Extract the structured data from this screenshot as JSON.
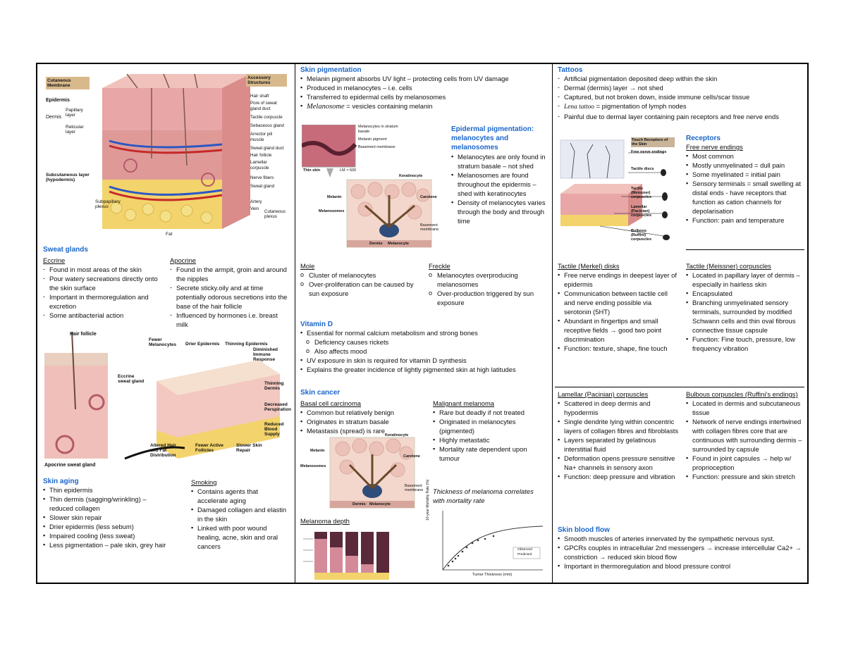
{
  "col1": {
    "skin_figure": {
      "cutaneous_membrane": "Cutaneous Membrane",
      "epidermis": "Epidermis",
      "dermis": "Dermis",
      "papillary": "Papillary layer",
      "reticular": "Reticular layer",
      "subcutaneous": "Subcutaneous layer (hypodermis)",
      "subpapillary": "Subpapillary plexus",
      "fat": "Fat",
      "accessory": "Accessory Structures",
      "labels": [
        "Hair shaft",
        "Pore of sweat gland duct",
        "Tactile corpuscle",
        "Sebaceous gland",
        "Arrector pili muscle",
        "Sweat gland duct",
        "Hair follicle",
        "Lamellar corpuscle",
        "Nerve fibers",
        "Sweat gland",
        "Artery",
        "Vein",
        "Cutaneous plexus"
      ]
    },
    "sweat_glands": {
      "title": "Sweat glands",
      "eccrine": {
        "title": "Eccrine",
        "items": [
          "Found in most areas of the skin",
          "Pour watery secreations directly onto the skin surface",
          "Important in thermoregulation and excretion",
          "Some antibacterial action"
        ]
      },
      "apocrine": {
        "title": "Apocrine",
        "items": [
          "Found in the armpit, groin and around the nipples",
          "Secrete sticky.oily and at time potentially odorous secretions into the base of the hair follicle",
          "Influenced by hormones i.e. breast milk"
        ]
      }
    },
    "aging_figure": {
      "hair_follicle": "Hair follicle",
      "eccrine_gland": "Eccrine sweat gland",
      "apocrine_gland": "Apocrine sweat gland",
      "labels_top": [
        "Fewer Melanocytes",
        "Drier Epidermis",
        "Thinning Epidermis",
        "Diminished Immune Response"
      ],
      "labels_right": [
        "Thinning Dermis",
        "Decreased Perspiration",
        "Reduced Blood Supply"
      ],
      "labels_bottom": [
        "Altered Hair and Fat Distribution",
        "Fewer Active Follicles",
        "Slower Skin Repair"
      ]
    },
    "skin_aging": {
      "title": "Skin aging",
      "items": [
        "Thin epidermis",
        "Thin dermis (sagging/wrinkling) – reduced collagen",
        "Slower skin repair",
        "Drier epidermis (less sebum)",
        "Impaired cooling (less sweat)",
        "Less pigmentation – pale skin, grey hair"
      ]
    },
    "smoking": {
      "title": "Smoking",
      "items": [
        "Contains agents that accelerate aging",
        "Damaged collagen and elastin in the skin",
        "Linked with poor wound healing, acne, skin and oral cancers"
      ]
    }
  },
  "col2": {
    "pigmentation": {
      "title": "Skin pigmentation",
      "items": [
        "Melanin pigment absorbs UV light – protecting cells from UV damage",
        "Produced in melanocytes – i.e. cells",
        "Transferred to epidermal cells by melanosomes"
      ],
      "last_em": "Melanosome",
      "last_rest": " = vesicles containing melanin"
    },
    "melanocyte_figure": {
      "labels": [
        "Melanocytes in stratum basale",
        "Melanin pigment",
        "Basement membrane",
        "Thin skin",
        "LM × 600",
        "Keratinocyte",
        "Melanin",
        "Melanosomes",
        "Carotene",
        "Basement membrane",
        "Dermis",
        "Melanocyte"
      ]
    },
    "epidermal": {
      "title": "Epidermal pigmentation: melanocytes and melanosomes",
      "items": [
        "Melanocytes are only found in stratum basale – not shed",
        "Melanosomes are found throughout the epidermis – shed with keratinocytes",
        "Density of melanocytes varies through the body and through time"
      ]
    },
    "mole": {
      "title": "Mole",
      "items": [
        "Cluster of melanocytes",
        "Over-proliferation can be caused by sun exposure"
      ]
    },
    "freckle": {
      "title": "Freckle",
      "items": [
        "Melanocytes overproducing melanosomes",
        "Over-production triggered by sun exposure"
      ]
    },
    "vitamin_d": {
      "title": "Vitamin D",
      "item1": "Essential for normal calcium metabolism and strong bones",
      "sub": [
        "Deficiency causes rickets",
        "Also affects mood"
      ],
      "items2": [
        "UV exposure in skin is required for vitamin D synthesis",
        "Explains the greater incidence of lightly pigmented skin at high latitudes"
      ]
    },
    "cancer": {
      "title": "Skin cancer",
      "basal": {
        "title": "Basal cell carcinoma",
        "items": [
          "Common but relatively benign",
          "Originates in stratum basale",
          "Metastasis (spread) is rare"
        ]
      },
      "malignant": {
        "title": "Malignant melanoma",
        "items": [
          "Rare but deadly if not treated",
          "Originated in melanocytes (pigmented)",
          "Highly metastatic",
          "Mortality rate dependent upon tumour"
        ]
      }
    },
    "thickness_note": "Thickness of melanoma correlates with mortality rate",
    "melanoma_depth": "Melanoma depth",
    "melanoma_fig_labels": [
      "Melanin",
      "Melanosomes",
      "Keratinocyte",
      "Carotene",
      "Basement membrane",
      "Dermis",
      "Melanocyte"
    ],
    "graph": {
      "ylabel": "10-year Mortality Rate (%)",
      "xlabel": "Tumor Thickness (mm)",
      "legend": [
        "Observed",
        "Predicted"
      ]
    }
  },
  "col3": {
    "tattoos": {
      "title": "Tattoos",
      "items": [
        "Artificial pigmentation deposited deep within the skin",
        "Dermal (dermis) layer → not shed",
        "Captured, but not broken down, inside immune cells/scar tissue"
      ],
      "lena_em": "Lena tattoo",
      "lena_rest": " = pigmentation of lymph nodes",
      "last": "Painful due to dermal layer containing pain receptors and free nerve ends"
    },
    "receptor_figure": {
      "title": "Touch Receptors of the Skin",
      "labels": [
        "Free nerve endings",
        "Tactile discs",
        "Tactile (Meissner) corpuscles",
        "Lamellar (Pacinian) corpuscles",
        "Bulbous (Ruffini) corpuscles"
      ]
    },
    "receptors": {
      "title": "Receptors",
      "sub": "Free nerve endings",
      "items": [
        "Most common",
        "Mostly unmyelinated = dull pain",
        "Some myelinated = initial pain",
        "Sensory terminals = small swelling at distal ends - have receptors that function as cation channels for depolarisation",
        "Function: pain and temperature"
      ]
    },
    "merkel": {
      "title": "Tactile (Merkel) disks",
      "items": [
        "Free nerve endings in deepest layer of epidermis",
        "Communication between tactile cell and nerve ending possible via serotonin (5HT)",
        "Abundant in fingertips and small receptive fields → good two point discrimination",
        "Function: texture, shape, fine touch"
      ]
    },
    "meissner": {
      "title": "Tactile (Meissner) corpuscles",
      "items": [
        "Located in papillary layer of dermis – especially in hairless skin",
        "Encapsulated",
        "Branching unmyelinated sensory terminals, surrounded by modified Schwann cells and thin oval fibrous connective tissue capsule",
        "Function: Fine touch, pressure, low frequency vibration"
      ]
    },
    "pacinian": {
      "title": "Lamellar (Pacinian) corpuscles",
      "items": [
        "Scattered in deep dermis and hypodermis",
        "Single dendrite lying within concentric layers of collagen fibres and fibroblasts",
        "Layers separated by gelatinous interstitial fluid",
        "Deformation opens pressure sensitive Na+ channels in sensory axon",
        "Function: deep pressure and vibration"
      ]
    },
    "ruffini": {
      "title": "Bulbous corpuscles (Ruffini’s endings)",
      "items": [
        "Located in dermis and subcutaneous tissue",
        "Network of nerve endings intertwined with collagen fibres core that are continuous with surrounding dermis – surrounded by capsule",
        "Found in joint capsules → help w/ proprioception",
        "Function: pressure and skin stretch"
      ]
    },
    "blood_flow": {
      "title": "Skin blood flow",
      "item1": "Smooth muscles of arteries innervated by the sympathetic nervous syst.",
      "item2": "GPCRs couples in intracellular 2nd messengers → increase intercellular Ca2+ → constriction → reduced skin blood flow",
      "item3": "Important in thermoregulation and blood pressure control"
    }
  },
  "colors": {
    "accent": "#1b66c9",
    "skin": "#f4d7d3",
    "fat": "#f3d36b",
    "dermis": "#e8a6a6"
  }
}
